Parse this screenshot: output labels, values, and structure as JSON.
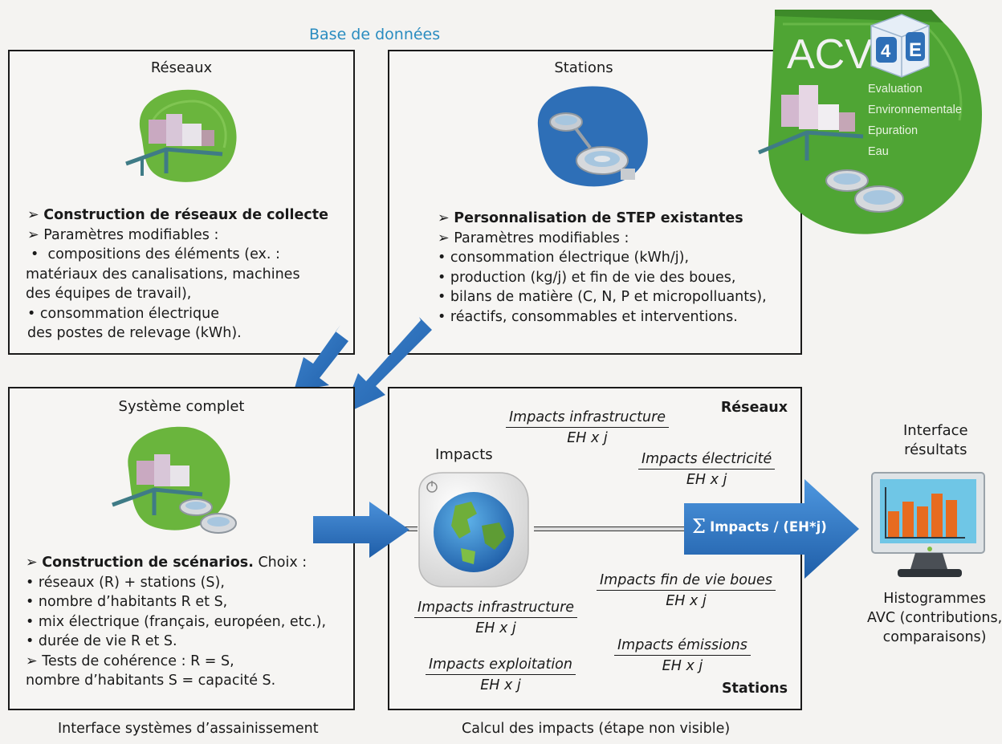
{
  "database_label": "Base de données",
  "reseaux_box": {
    "title": "Réseaux",
    "lines": [
      {
        "bullet": "➢",
        "text": "Construction de réseaux de collecte",
        "bold": true
      },
      {
        "bullet": "➢",
        "text": "Paramètres modifiables :",
        "bold": false
      },
      {
        "bullet": "•",
        "text": "compositions des éléments (ex. :",
        "bold": false
      },
      {
        "bullet": "",
        "text": "matériaux des canalisations, machines",
        "bold": false
      },
      {
        "bullet": "",
        "text": "des équipes de travail),",
        "bold": false
      },
      {
        "bullet": "•",
        "text": "consommation électrique",
        "bold": false
      },
      {
        "bullet": "",
        "text": "des postes de relevage (kWh).",
        "bold": false
      }
    ]
  },
  "stations_box": {
    "title": "Stations",
    "lines": [
      {
        "bullet": "➢",
        "text": "Personnalisation de STEP existantes",
        "bold": true
      },
      {
        "bullet": "➢",
        "text": "Paramètres modifiables :",
        "bold": false
      },
      {
        "bullet": "•",
        "text": "consommation électrique (kWh/j),",
        "bold": false
      },
      {
        "bullet": "•",
        "text": "production (kg/j) et fin de vie des boues,",
        "bold": false
      },
      {
        "bullet": "•",
        "text": "bilans de matière (C, N, P et micropolluants),",
        "bold": false
      },
      {
        "bullet": "•",
        "text": "réactifs, consommables et interventions.",
        "bold": false
      }
    ]
  },
  "systeme_box": {
    "title": "Système complet",
    "heading_bold": "Construction de scénarios.",
    "heading_rest": " Choix :",
    "lines": [
      "• réseaux (R) + stations (S),",
      "• nombre d’habitants R et S,",
      "• mix électrique (français, européen, etc.),",
      "• durée de vie R et S.",
      "➢  Tests de cohérence : R = S,",
      "nombre d’habitants S = capacité S."
    ]
  },
  "calcul_box": {
    "reseaux_label": "Réseaux",
    "stations_label": "Stations",
    "impacts_label": "Impacts",
    "sum_symbol": "Σ",
    "sum_text": "Impacts / (EH*j)",
    "fractions": [
      {
        "num": "Impacts infrastructure",
        "den": "EH x j"
      },
      {
        "num": "Impacts électricité",
        "den": "EH x j"
      },
      {
        "num": "Impacts fin de vie boues",
        "den": "EH x j"
      },
      {
        "num": "Impacts infrastructure",
        "den": "EH x j"
      },
      {
        "num": "Impacts émissions",
        "den": "EH x j"
      },
      {
        "num": "Impacts exploitation",
        "den": "EH x j"
      }
    ]
  },
  "results": {
    "title_line1": "Interface",
    "title_line2": "résultats",
    "caption_line1": "Histogrammes",
    "caption_line2": "AVC (contributions,",
    "caption_line3": "comparaisons)"
  },
  "logo": {
    "acv": "ACV",
    "digit": "4",
    "letter": "E",
    "words": [
      "Evaluation",
      "Environnementale",
      "Epuration",
      "Eau"
    ]
  },
  "captions": {
    "left": "Interface systèmes d’assainissement",
    "right": "Calcul des impacts (étape non visible)"
  },
  "colors": {
    "green": "#5aa83a",
    "blue": "#2e6fb7",
    "arrow": "#2f73bd",
    "title_blue": "#2a8cc0"
  }
}
